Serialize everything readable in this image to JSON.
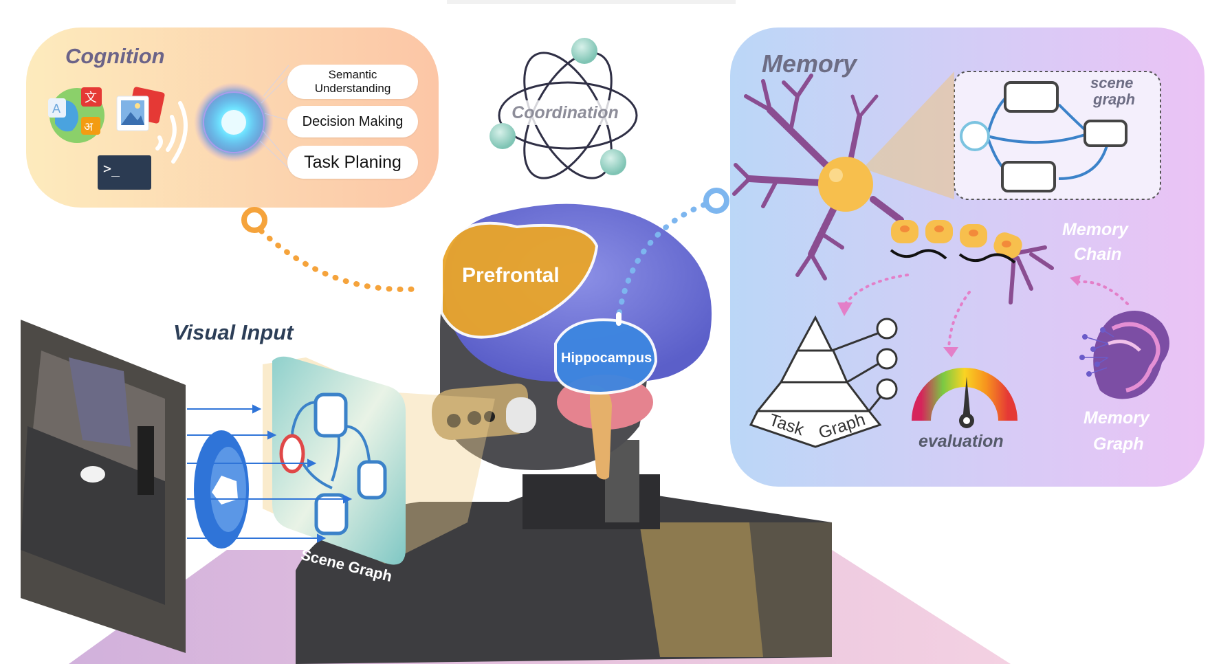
{
  "cognition": {
    "title": "Cognition",
    "items": [
      "Semantic Understanding",
      "Decision Making",
      "Task Planing"
    ],
    "color_from": "#fde7b8",
    "color_to": "#fcc9a6"
  },
  "coordination": {
    "label": "Coordination"
  },
  "memory": {
    "title": "Memory",
    "scene_graph_label_1": "scene",
    "scene_graph_label_2": "graph",
    "memory_chain_1": "Memory",
    "memory_chain_2": "Chain",
    "task_graph_1": "Task",
    "task_graph_2": "Graph",
    "evaluation": "evaluation",
    "memory_graph_1": "Memory",
    "memory_graph_2": "Graph",
    "color_from": "#bcd8f6",
    "color_to": "#e8c2f4"
  },
  "brain": {
    "prefrontal": "Prefrontal",
    "hippocampus": "Hippocampus"
  },
  "visual_input": {
    "title": "Visual Input",
    "scene_graph_label": "Scene Graph"
  },
  "colors": {
    "cognition_connector": "#f5a33b",
    "memory_connector": "#7db6ef",
    "prefrontal_fill": "#e9a52a",
    "hippocampus_fill": "#3d86e0",
    "neuron": "#8a4d91",
    "graph_blue": "#3b82c9"
  }
}
